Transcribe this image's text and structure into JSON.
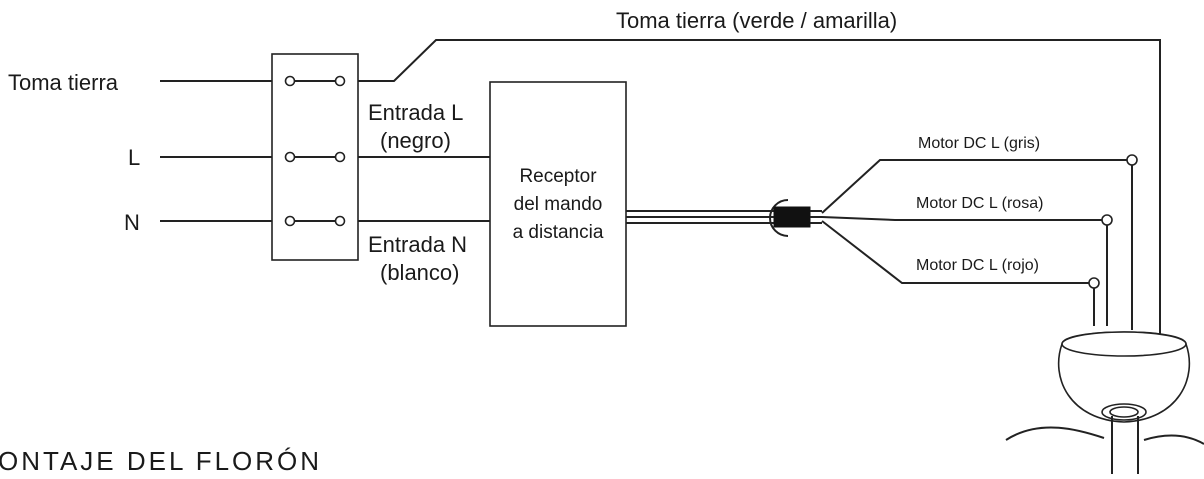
{
  "labels": {
    "ground_top": "Toma tierra (verde / amarilla)",
    "ground_in": "Toma tierra",
    "live_in": "L",
    "neutral_in": "N",
    "entrada_l_1": "Entrada L",
    "entrada_l_2": "(negro)",
    "entrada_n_1": "Entrada N",
    "entrada_n_2": "(blanco)",
    "receiver_1": "Receptor",
    "receiver_2": "del mando",
    "receiver_3": "a distancia",
    "motor_grey": "Motor DC L (gris)",
    "motor_pink": "Motor DC L (rosa)",
    "motor_red": "Motor DC L (rojo)",
    "section_heading": "ONTAJE DEL FLORÓN"
  }
}
